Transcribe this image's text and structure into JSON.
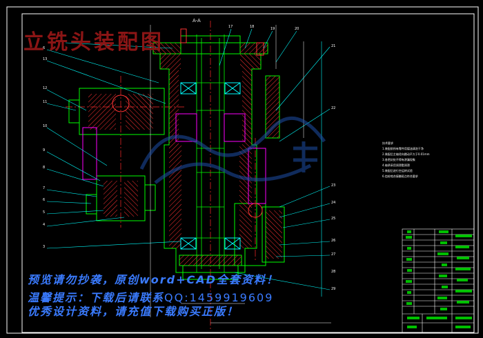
{
  "drawing": {
    "title": "立铣头装配图",
    "view_label": "A-A",
    "balloons": [
      "6",
      "13",
      "5",
      "12",
      "11",
      "10",
      "9",
      "8",
      "7",
      "6",
      "5",
      "4",
      "3",
      "17",
      "18",
      "19",
      "20",
      "21",
      "22",
      "23",
      "24",
      "25",
      "26",
      "27",
      "28",
      "29"
    ],
    "technical_requirements": [
      "技术要求",
      "1.装配前所有零件用煤油清洗干净",
      "2.装配后主轴径向跳动不大于0.01mm",
      "3.各密封处不得有渗漏现象",
      "4.轴承采用润滑脂润滑",
      "5.装配后进行空运转试验",
      "6.齿轮啮合接触斑点符合要求"
    ]
  },
  "watermark": {
    "line1": "预览请勿抄袭，原创word+CAD全套资料！",
    "line2_prefix": "温馨提示：下载后请联系",
    "line2_qq": "QQ:1459919609",
    "line3": "优秀设计资料，请充值下载购买正版！"
  },
  "colors": {
    "frame": "#ffffff",
    "outline": "#00ff00",
    "hatch": "#ff3333",
    "leader": "#00ffff",
    "title": "#8b1515",
    "watermark": "#3a7bff",
    "centerline": "#ff2a2a"
  }
}
